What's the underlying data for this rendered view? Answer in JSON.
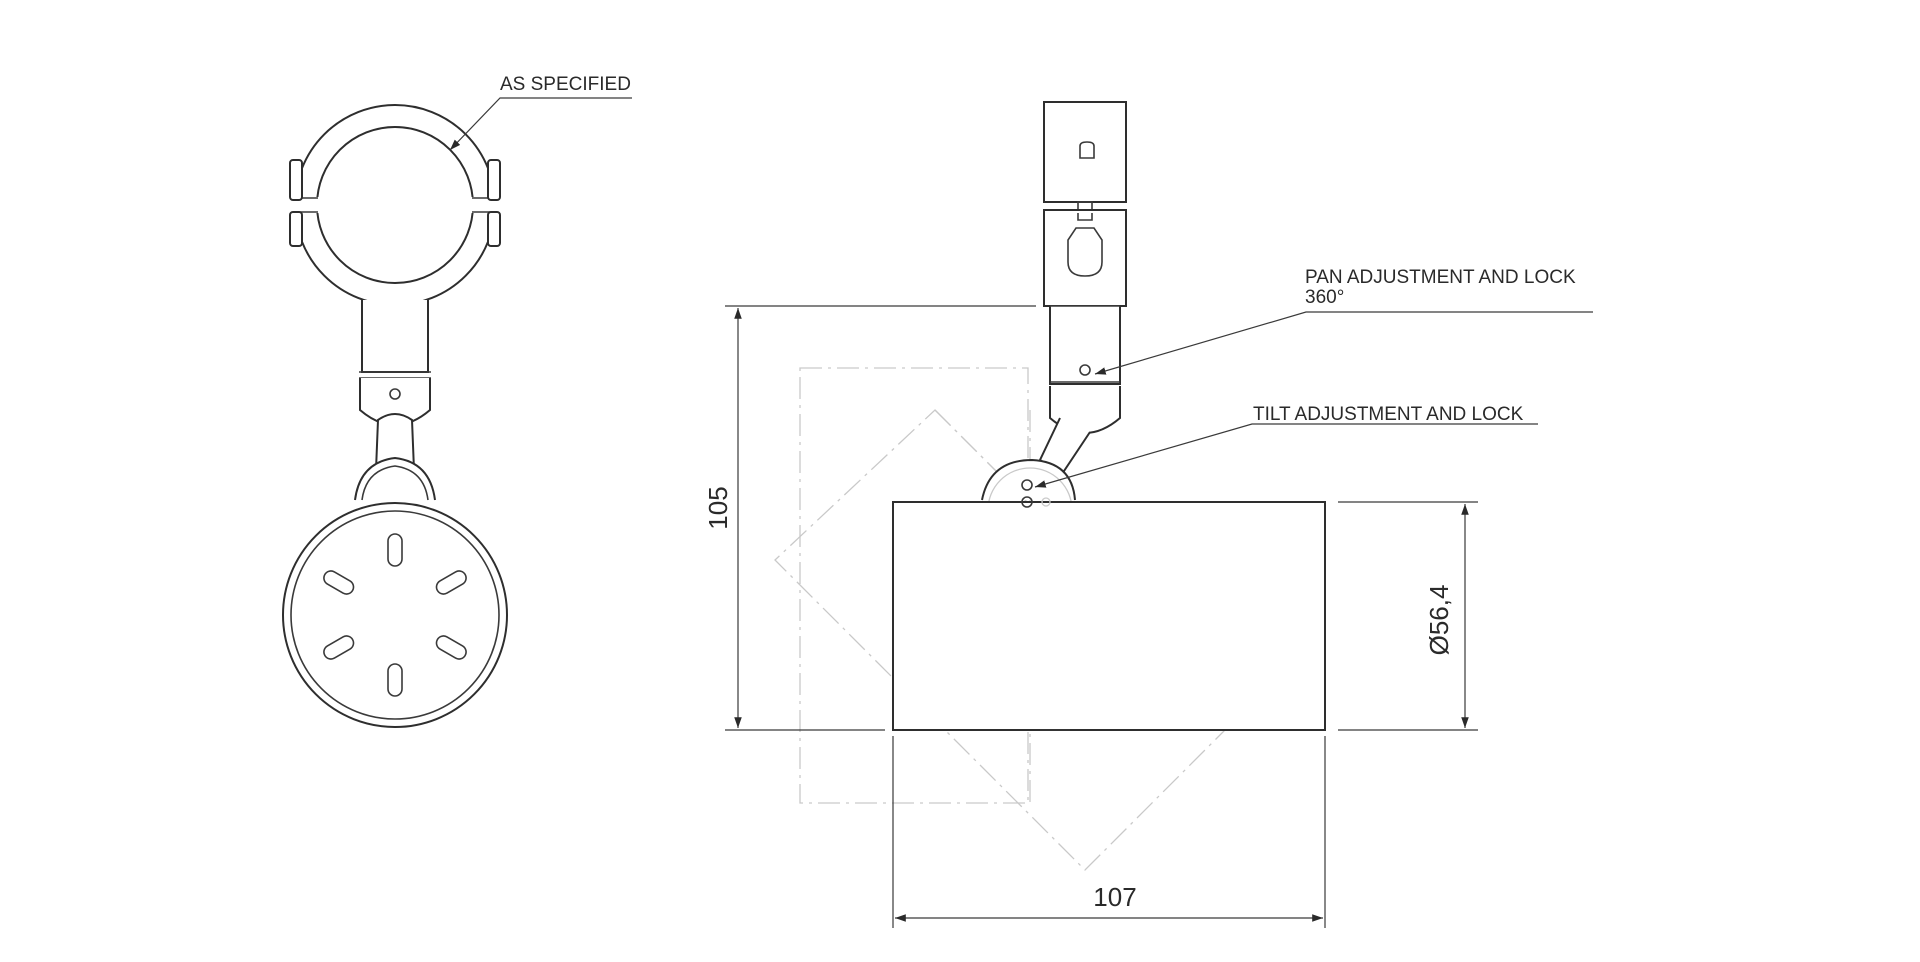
{
  "labels": {
    "as_specified": "AS SPECIFIED",
    "pan_line1": "PAN ADJUSTMENT AND LOCK",
    "pan_line2": "360°",
    "tilt": "TILT ADJUSTMENT AND LOCK"
  },
  "dimensions": {
    "height": "105",
    "width": "107",
    "diameter": "Ø56,4"
  }
}
